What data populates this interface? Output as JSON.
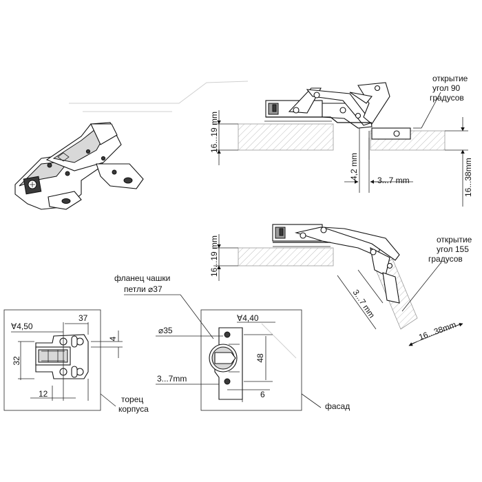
{
  "top_diagram": {
    "dim_left": "16...19 mm",
    "dim_cup": "4,2 mm",
    "dim_offset": "3...7 mm",
    "dim_right": "16...38mm",
    "note_line1": "открытие",
    "note_line2": "угол 90",
    "note_line3": "градусов"
  },
  "mid_diagram": {
    "dim_left": "16...19 mm",
    "dim_offset": "3...7 mm",
    "dim_right": "16...38mm",
    "note_line1": "открытие",
    "note_line2": "угол 155",
    "note_line3": "градусов"
  },
  "flange_note": {
    "line1": "фланец  чашки",
    "line2": "петли  ⌀37"
  },
  "plate_view": {
    "dim_hole": "∀4,50",
    "dim_width": "37",
    "dim_small": "4",
    "dim_height": "32",
    "dim_bottom": "12",
    "caption_line1": "торец",
    "caption_line2": "корпуса"
  },
  "cup_view": {
    "dim_cup": "⌀35",
    "dim_hole": "∀4,40",
    "dim_height": "48",
    "dim_offset": "3...7mm",
    "dim_small": "6",
    "caption": "фасад"
  }
}
